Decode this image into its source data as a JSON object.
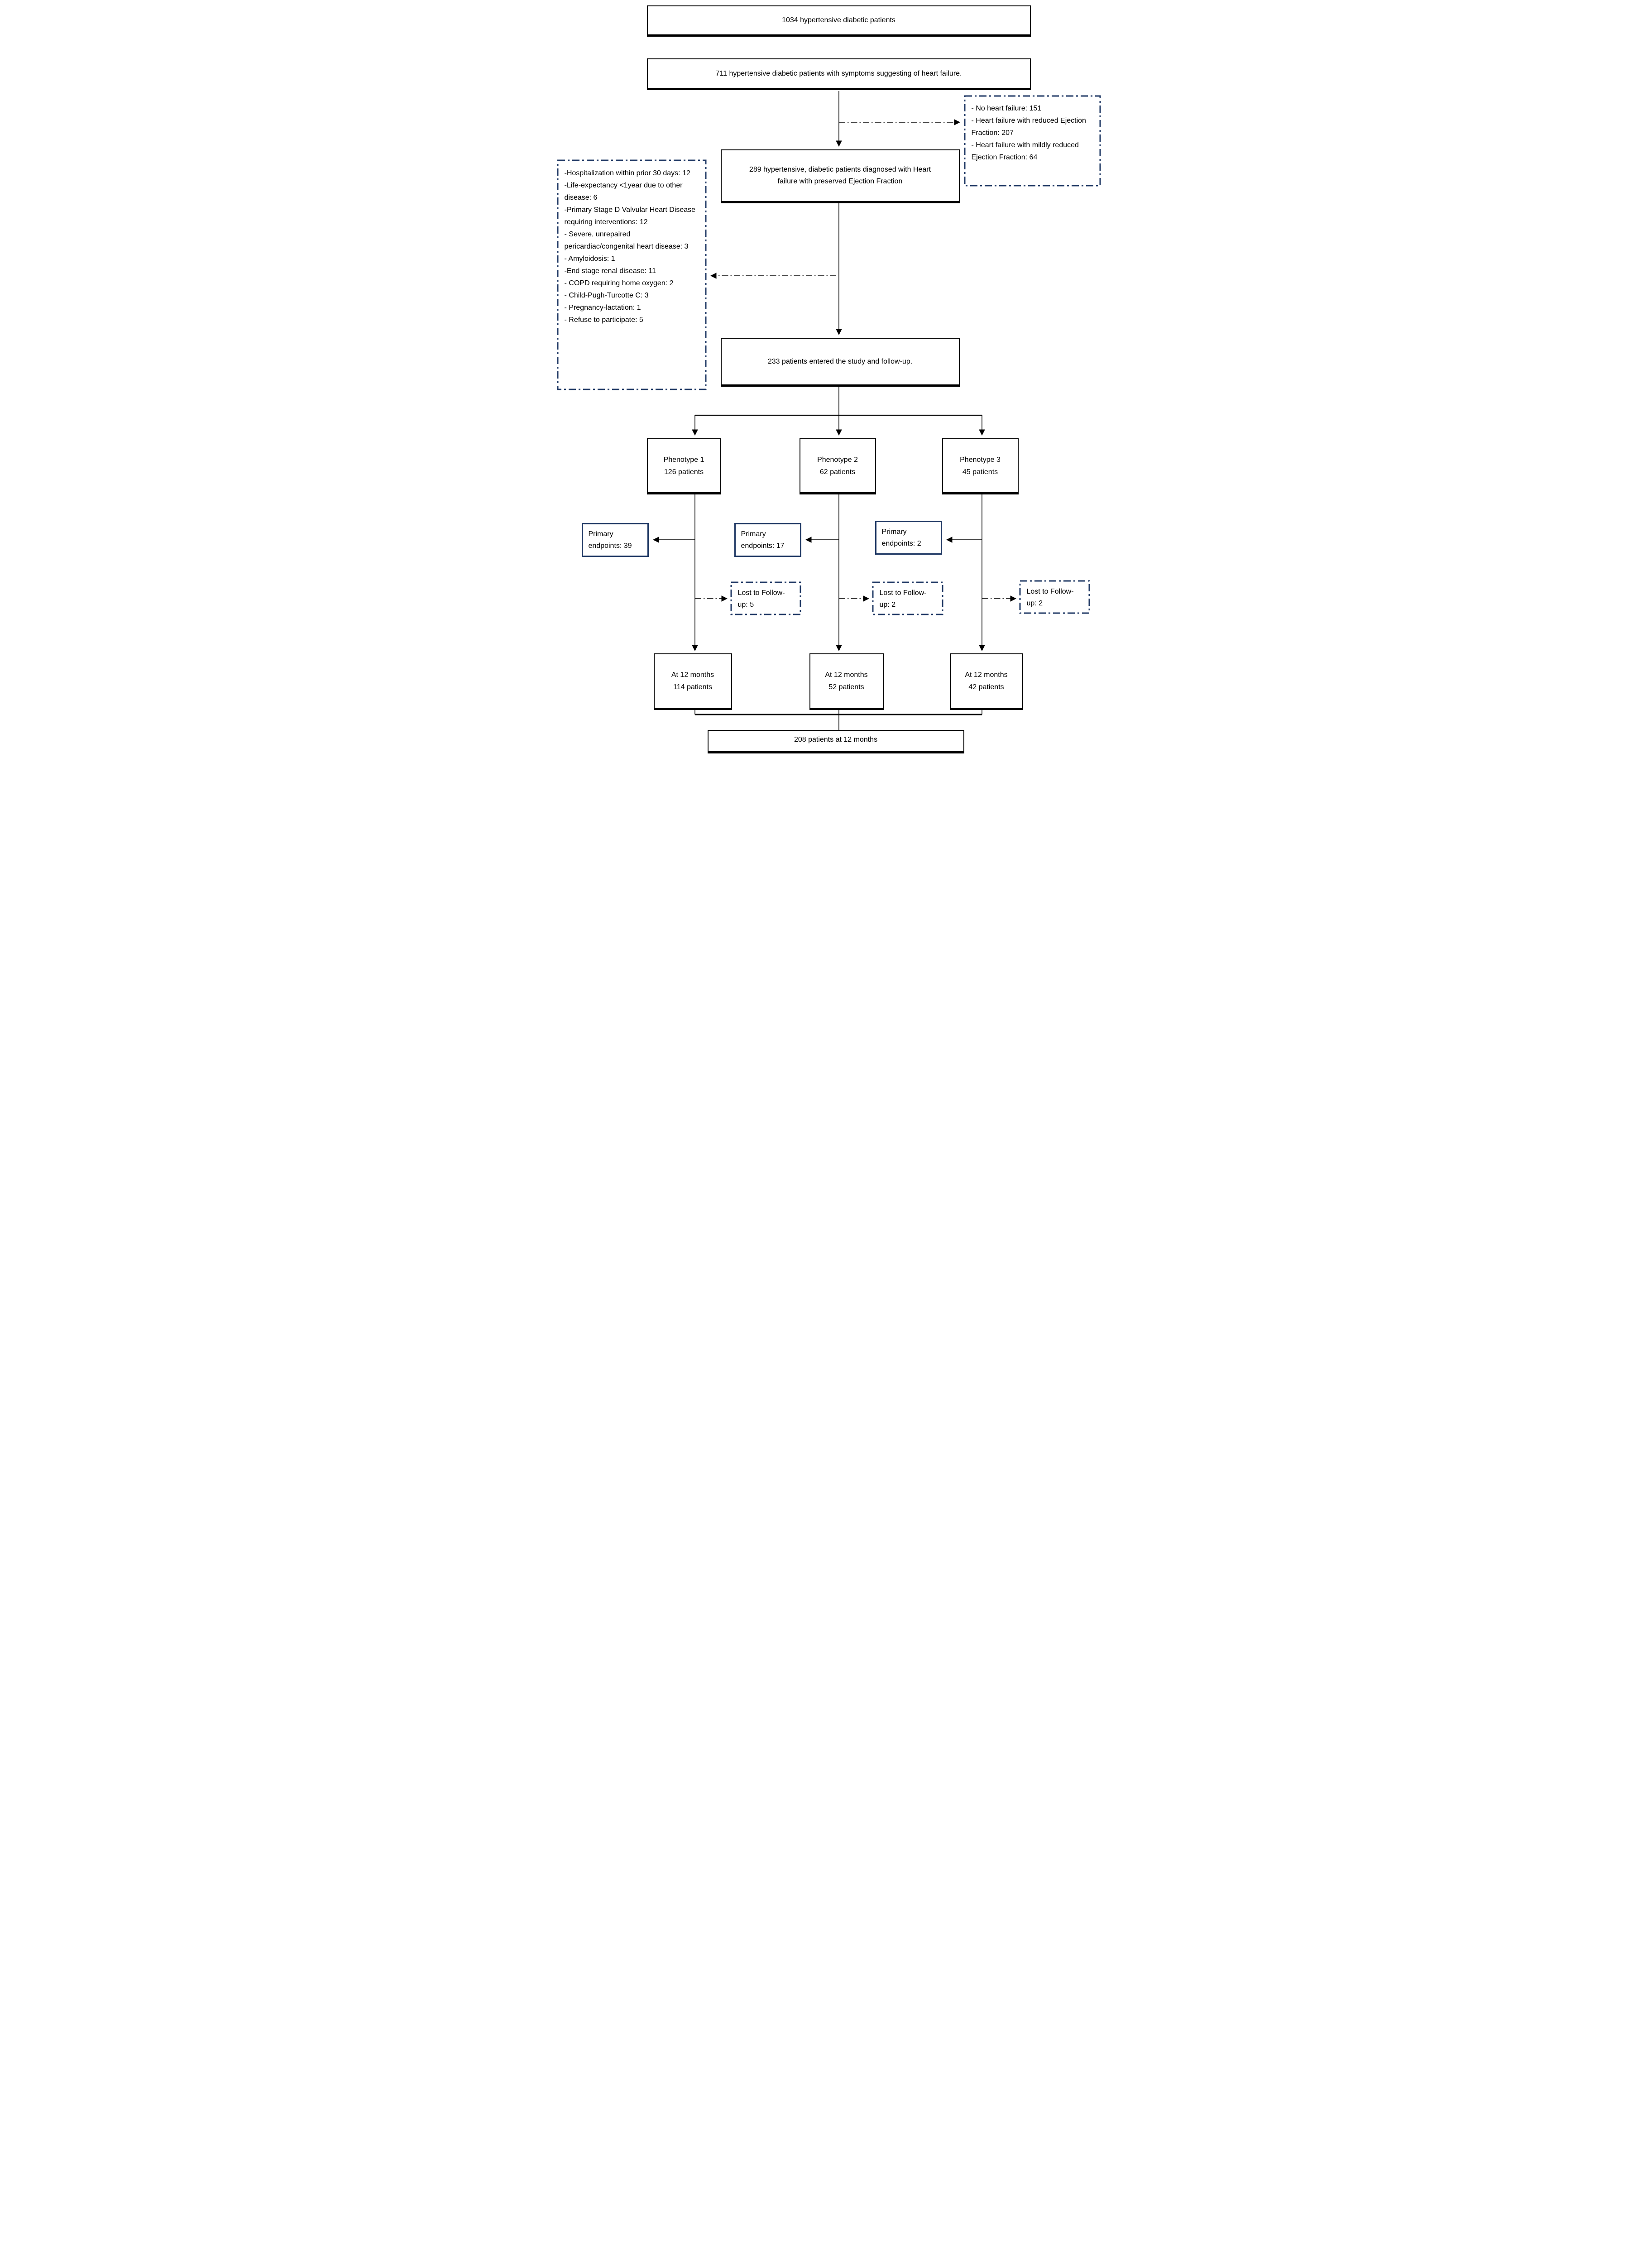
{
  "diagram": {
    "top": {
      "box_1034": "1034 hypertensive diabetic patients",
      "box_711": "711 hypertensive diabetic patients with symptoms suggesting of heart failure."
    },
    "hf_exclusions": {
      "items": [
        "- No heart failure: 151",
        "- Heart failure with reduced Ejection Fraction: 207",
        "- Heart failure with mildly reduced Ejection Fraction: 64"
      ]
    },
    "box_289": "289 hypertensive, diabetic patients diagnosed with Heart failure with preserved Ejection Fraction",
    "study_exclusions": {
      "items": [
        "-Hospitalization within prior 30 days: 12",
        "-Life-expectancy <1year due to other disease: 6",
        "-Primary Stage D Valvular Heart Disease requiring interventions: 12",
        "- Severe, unrepaired pericardiac/congenital heart disease: 3",
        "- Amyloidosis: 1",
        "-End stage renal disease: 11",
        "- COPD requiring home oxygen: 2",
        "- Child-Pugh-Turcotte C: 3",
        "- Pregnancy-lactation: 1",
        "- Refuse to participate: 5"
      ]
    },
    "box_233": "233 patients entered the study and follow-up.",
    "phenotypes": [
      {
        "title": "Phenotype 1",
        "patients": "126 patients",
        "primary_endpoints": "Primary endpoints: 39",
        "lost_followup": "Lost to Follow-up: 5",
        "at12_line1": "At 12 months",
        "at12_line2": "114 patients"
      },
      {
        "title": "Phenotype 2",
        "patients": "62 patients",
        "primary_endpoints": "Primary endpoints: 17",
        "lost_followup": "Lost to Follow-up: 2",
        "at12_line1": "At 12 months",
        "at12_line2": "52 patients"
      },
      {
        "title": "Phenotype 3",
        "patients": "45 patients",
        "primary_endpoints": "Primary endpoints: 2",
        "lost_followup": "Lost to Follow-up: 2",
        "at12_line1": "At 12 months",
        "at12_line2": "42 patients"
      }
    ],
    "box_208": "208 patients at 12 months",
    "colors": {
      "accent_navy": "#1f3864",
      "line_black": "#000000"
    }
  }
}
